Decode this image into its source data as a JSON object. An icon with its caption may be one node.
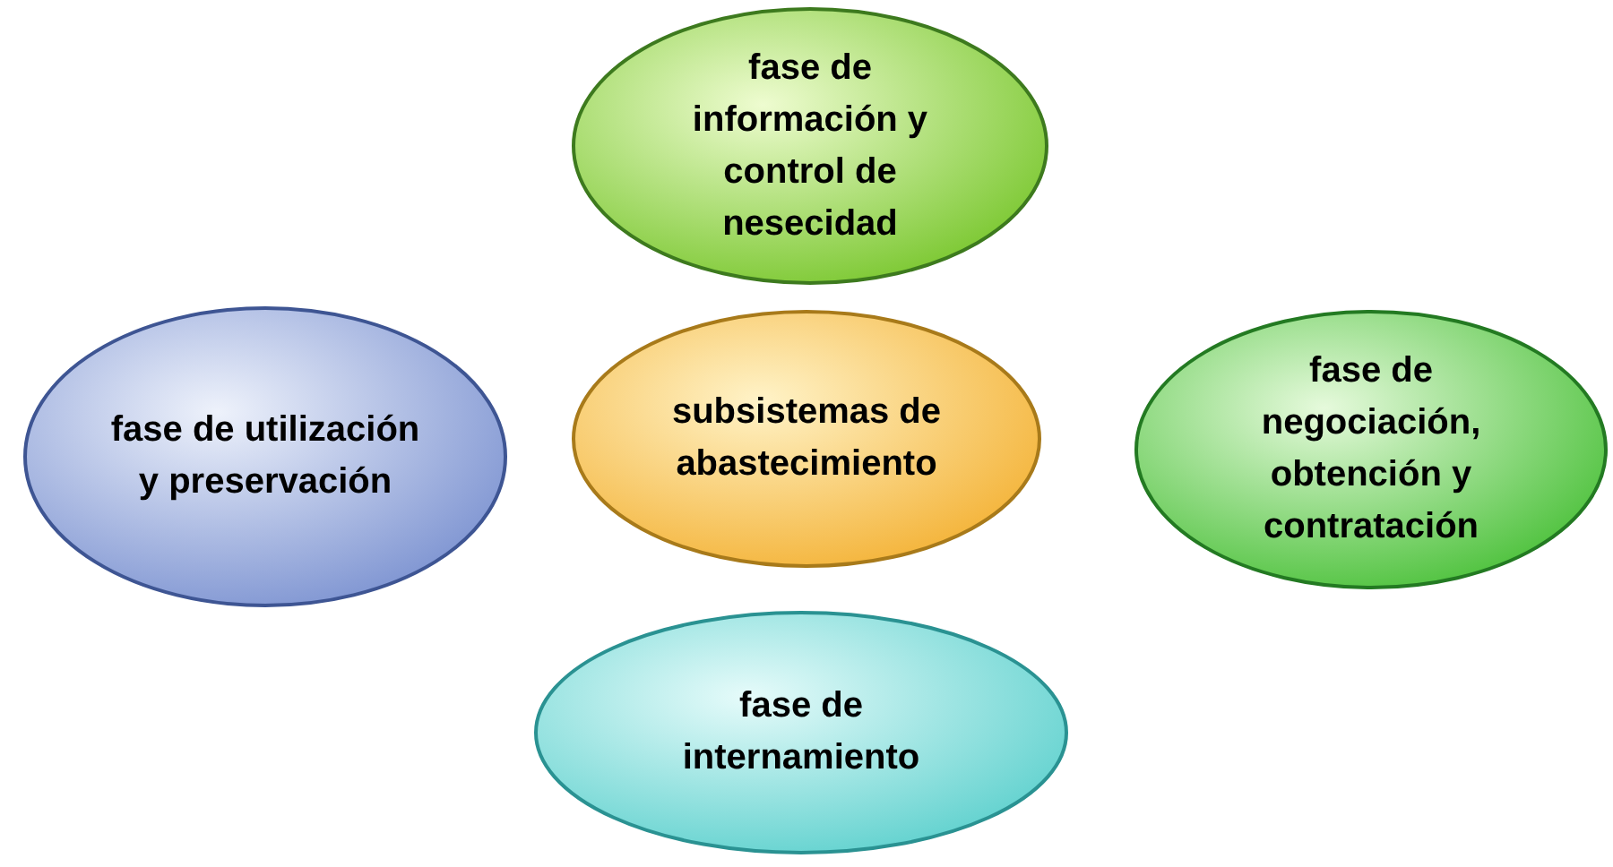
{
  "diagram": {
    "nodes": [
      {
        "text": [
          "fase de información y control de nesecidad"
        ]
      },
      {
        "text": [
          "fase de utilización y preservación"
        ]
      },
      {
        "text": [
          "subsistemas de abastecimiento"
        ]
      },
      {
        "text": [
          "fase de negociación, obtención y contratación"
        ]
      },
      {
        "text": [
          "fase de internamiento"
        ]
      }
    ]
  }
}
